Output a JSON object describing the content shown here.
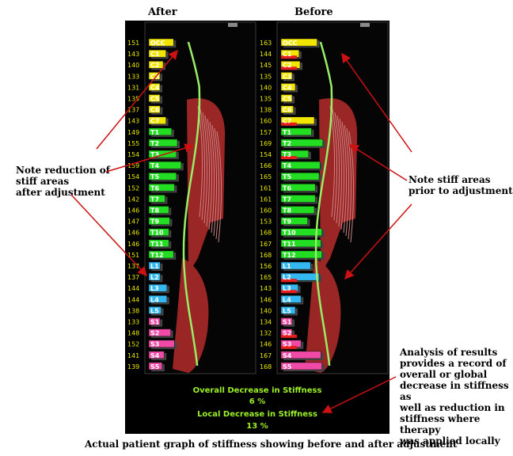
{
  "caption": "Actual patient graph of stiffness showing before and after adjustment",
  "colors": {
    "occ_cervical": "#f2e600",
    "thoracic": "#22dd22",
    "lumbar": "#33b8f2",
    "sacral": "#ee4aa6",
    "stiff": "#e81c1c",
    "curve": "#99ee66",
    "number": "#e8e800",
    "label": "#ffffff",
    "summary": "#9cf028"
  },
  "chart_data": [
    {
      "type": "bar",
      "title": "After",
      "categories": [
        "OCC",
        "C1",
        "C2",
        "C3",
        "C4",
        "C5",
        "C6",
        "C7",
        "T1",
        "T2",
        "T3",
        "T4",
        "T5",
        "T6",
        "T7",
        "T8",
        "T9",
        "T10",
        "T11",
        "T12",
        "L1",
        "L2",
        "L3",
        "L4",
        "L5",
        "S1",
        "S2",
        "S3",
        "S4",
        "S5"
      ],
      "values": [
        151,
        143,
        140,
        133,
        131,
        135,
        137,
        143,
        149,
        155,
        154,
        159,
        154,
        152,
        142,
        146,
        147,
        146,
        146,
        151,
        137,
        137,
        144,
        144,
        138,
        133,
        148,
        152,
        141,
        139
      ],
      "stiff_flags": []
    },
    {
      "type": "bar",
      "title": "Before",
      "categories": [
        "OCC",
        "C1",
        "C2",
        "C3",
        "C4",
        "C5",
        "C6",
        "C7",
        "T1",
        "T2",
        "T3",
        "T4",
        "T5",
        "T6",
        "T7",
        "T8",
        "T9",
        "T10",
        "T11",
        "T12",
        "L1",
        "L2",
        "L3",
        "L4",
        "L5",
        "S1",
        "S2",
        "S3",
        "S4",
        "S5"
      ],
      "values": [
        163,
        144,
        145,
        135,
        140,
        135,
        138,
        160,
        157,
        169,
        154,
        166,
        165,
        161,
        161,
        160,
        153,
        168,
        167,
        168,
        156,
        165,
        143,
        146,
        140,
        134,
        132,
        146,
        167,
        168
      ],
      "stiff_flags": [
        1,
        2,
        7,
        10,
        21,
        22,
        26,
        27
      ]
    }
  ],
  "annotations": {
    "after_note": "Note reduction of\nstiff areas\nafter adjustment",
    "before_note": "Note stiff areas\nprior to adjustment",
    "analysis_note": "Analysis of results\nprovides a record of\noverall or global\ndecrease in stiffness as\nwell as reduction in\nstiffness where therapy\nwas applied locally"
  },
  "summary": {
    "overall_label": "Overall Decrease in Stiffness",
    "overall_value": "6  %",
    "local_label": "Local Decrease in Stiffness",
    "local_value": "13  %"
  }
}
